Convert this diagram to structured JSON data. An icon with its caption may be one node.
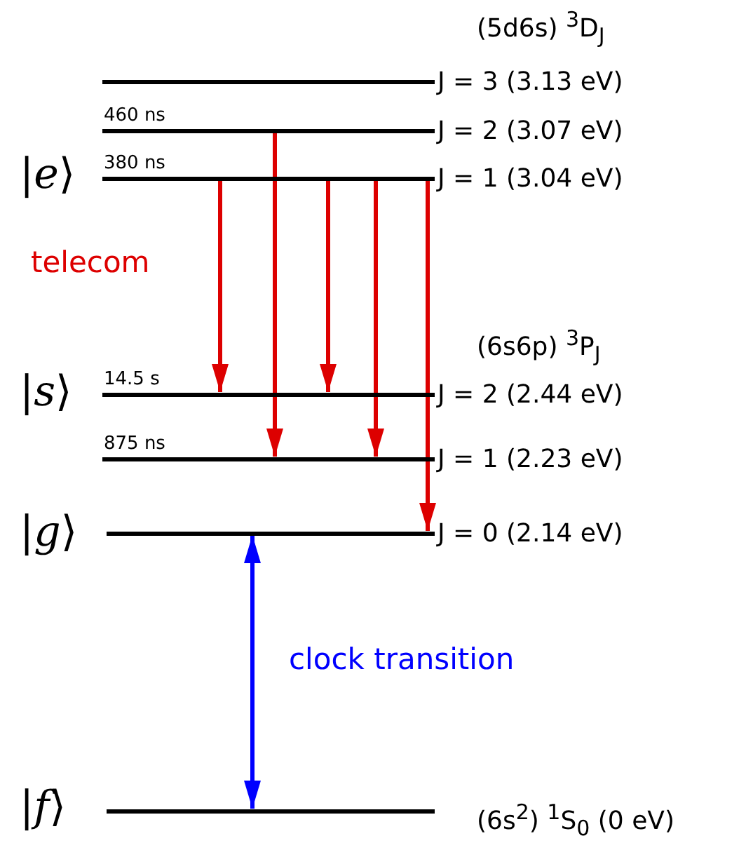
{
  "diagram": {
    "nodes": [
      {
        "text": [
          "J = 3 (3.13 eV)"
        ]
      },
      {
        "text": [
          "J = 2 (3.07 eV)"
        ],
        "beside": [
          "460 ns"
        ]
      },
      {
        "text": [
          "J = 1 (3.04 eV)"
        ],
        "beside": [
          "380 ns"
        ]
      },
      {
        "text": [
          "J = 2 (2.44 eV)"
        ],
        "beside": [
          "14.5 s"
        ]
      },
      {
        "text": [
          "J = 1 (2.23 eV)"
        ],
        "beside": [
          "875 ns"
        ]
      },
      {
        "text": [
          "J = 0 (2.14 eV)"
        ]
      },
      {
        "text": [
          "(6s$^{2}$) $^{1}$S$_{0}$ (0 eV)"
        ]
      }
    ],
    "edges": [
      {
        "from": 2,
        "to": 3,
        "arrow": "to"
      },
      {
        "from": 1,
        "to": 4,
        "arrow": "to"
      },
      {
        "from": 2,
        "to": 3,
        "arrow": "to"
      },
      {
        "from": 2,
        "to": 4,
        "arrow": "to"
      },
      {
        "from": 2,
        "to": 5,
        "arrow": "to"
      },
      {
        "from": 5,
        "to": 6,
        "arrow": "both",
        "label": "clock transition",
        "color": "#0000ff"
      }
    ],
    "labels": [
      "(5d6s) $^{3}$D$_{J}$",
      "|*e*⟩",
      "telecom",
      "(6s6p) $^{3}$P$_{J}$",
      "|*s*⟩",
      "|*g*⟩",
      "|*f*⟩"
    ]
  }
}
